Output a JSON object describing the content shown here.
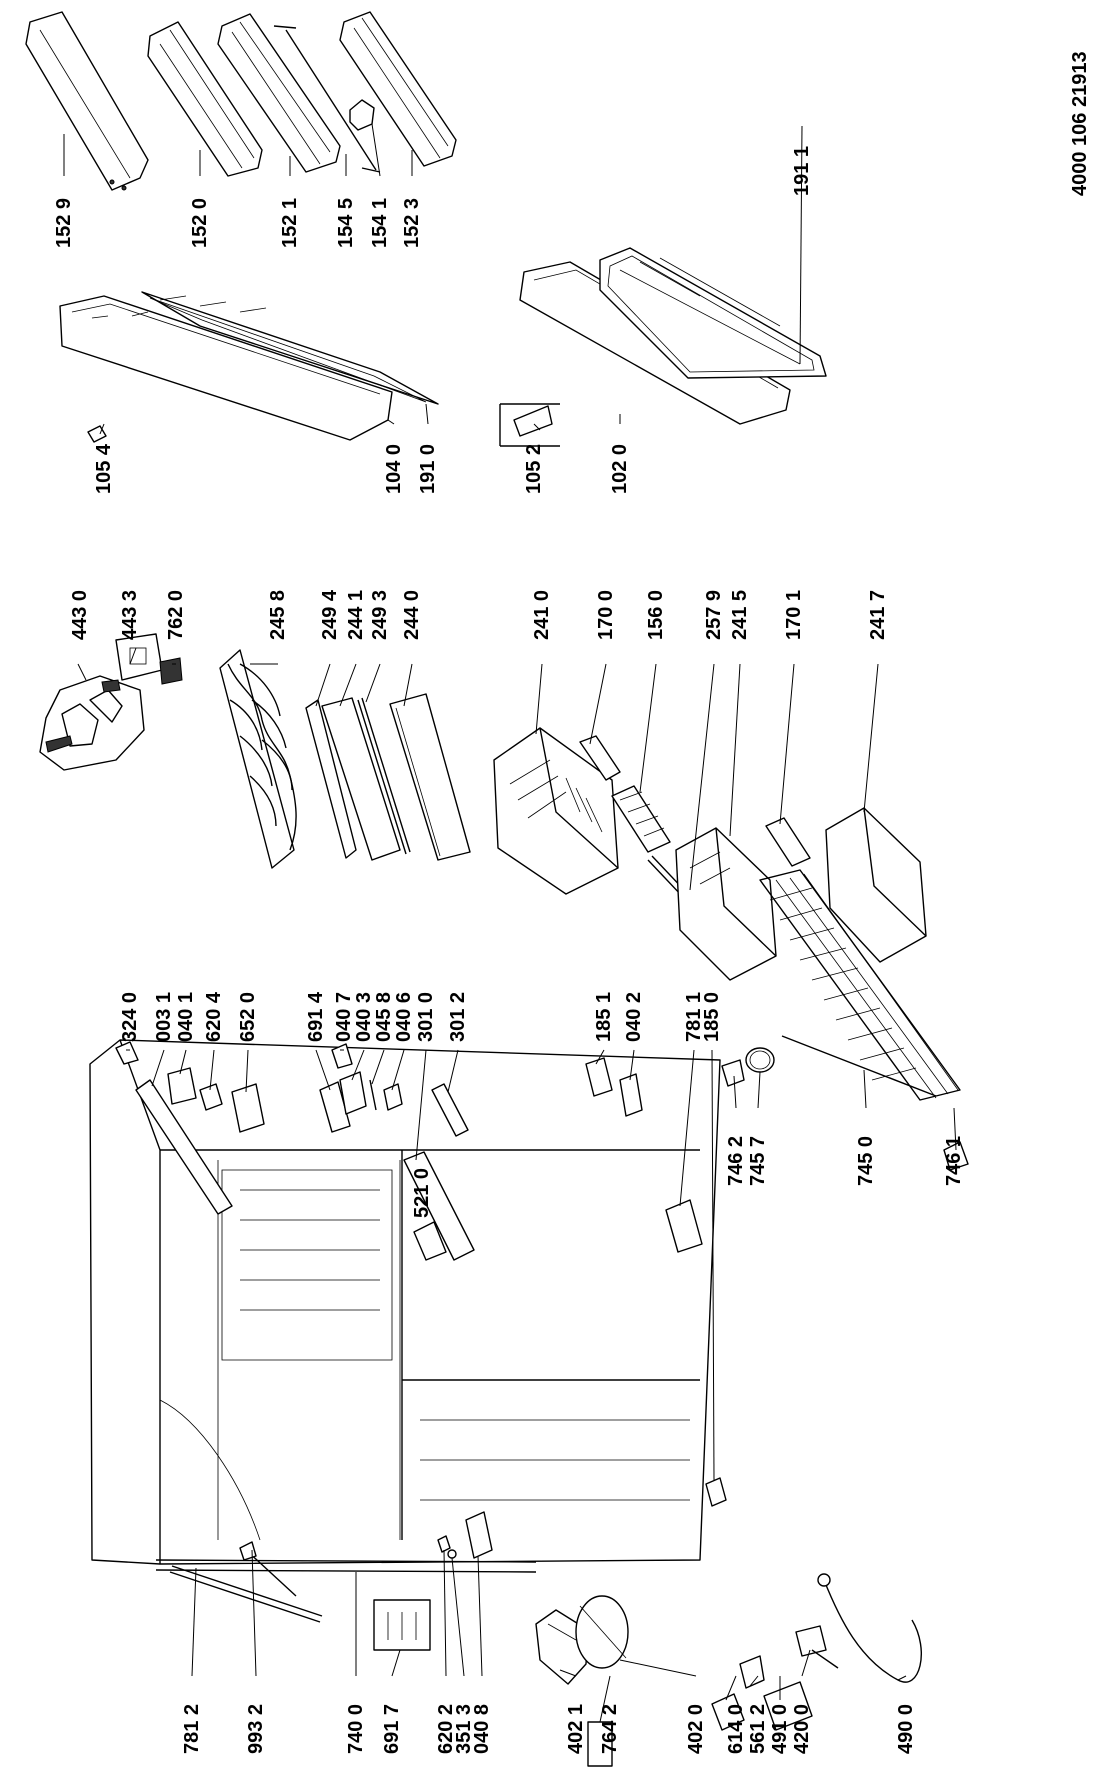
{
  "document_ref": "4000 106 21913",
  "labels": {
    "l1529": "152 9",
    "l1520": "152 0",
    "l1521": "152 1",
    "l1545": "154 5",
    "l1541": "154 1",
    "l1523": "152 3",
    "l1911": "191 1",
    "l1054": "105 4",
    "l1040": "104 0",
    "l1910": "191 0",
    "l1052": "105 2",
    "l1020": "102 0",
    "l4430": "443 0",
    "l4433": "443 3",
    "l7620": "762 0",
    "l2458": "245 8",
    "l2494": "249 4",
    "l2441": "244 1",
    "l2493": "249 3",
    "l2440": "244 0",
    "l2410": "241 0",
    "l1700": "170 0",
    "l1560": "156 0",
    "l2579": "257 9",
    "l2415": "241 5",
    "l1701": "170 1",
    "l2417": "241 7",
    "l3240": "324 0",
    "l0031": "003 1",
    "l0401": "040 1",
    "l6204": "620 4",
    "l6520": "652 0",
    "l6914": "691 4",
    "l0407": "040 7",
    "l0403": "040 3",
    "l0458": "045 8",
    "l0406": "040 6",
    "l3010": "301 0",
    "l3012": "301 2",
    "l5210": "521 0",
    "l1851": "185 1",
    "l0402": "040 2",
    "l7811": "781 1",
    "l1850": "185 0",
    "l7462": "746 2",
    "l7457": "745 7",
    "l7450": "745 0",
    "l7461": "746 1",
    "l7812": "781 2",
    "l9932": "993 2",
    "l7400": "740 0",
    "l6917": "691 7",
    "l6202": "620 2",
    "l3513": "351 3",
    "l0408": "040 8",
    "l4021": "402 1",
    "l7642": "764 2",
    "l4020": "402 0",
    "l6140": "614 0",
    "l5612": "561 2",
    "l4910": "491 0",
    "l4200": "420 0",
    "l4900": "490 0"
  }
}
